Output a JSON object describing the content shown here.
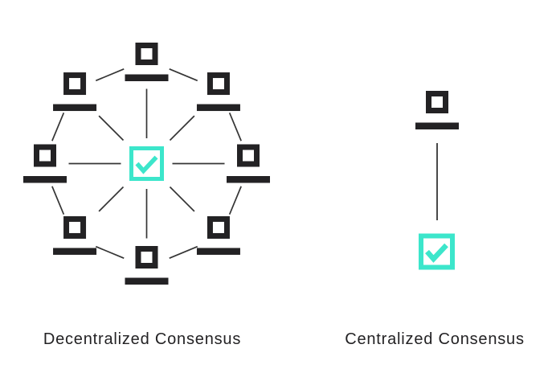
{
  "colors": {
    "background": "#ffffff",
    "ink": "#232224",
    "accent": "#3ce6cb",
    "connector": "#353535"
  },
  "captions": {
    "decentralized": "Decentralized Consensus",
    "centralized": "Centralized Consensus"
  },
  "diagrams": {
    "decentralized": {
      "peer_count": 8,
      "peer_icon": "computer-node-icon",
      "center_icon": "checked-checkbox-icon",
      "topology": "every peer links to central checkmark; adjacent peers linked in a ring"
    },
    "centralized": {
      "peer_count": 1,
      "peer_icon": "computer-node-icon",
      "center_icon": "checked-checkbox-icon",
      "topology": "single node links down to central checkmark authority"
    }
  }
}
